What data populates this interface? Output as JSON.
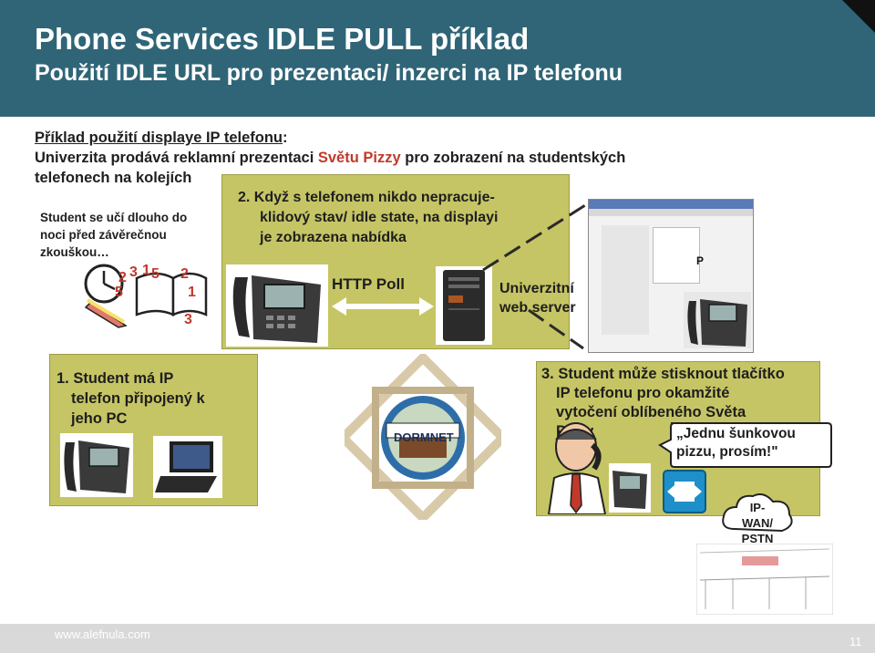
{
  "header": {
    "title": "Phone Services IDLE PULL příklad",
    "subtitle": "Použití IDLE URL pro prezentaci/ inzerci na IP telefonu"
  },
  "intro": {
    "label": "Příklad použití displaye IP telefonu",
    "colon": ":",
    "line2_prefix": "Univerzita prodává reklamní prezentaci ",
    "line2_highlight": "Světu Pizzy",
    "line2_suffix": " pro zobrazení na studentských",
    "line3": "telefonech na kolejích"
  },
  "student_note": {
    "line1": "Student se učí dlouho do",
    "line2": "noci před závěrečnou",
    "line3": "zkouškou…"
  },
  "step2": {
    "line1": "2. Když s telefonem nikdo nepracuje-",
    "line2": "klidový stav/ idle state, na displayi",
    "line3": "je zobrazena nabídka"
  },
  "http_poll": "HTTP Poll",
  "univ_server": {
    "line1": "Univerzitní",
    "line2": "web server"
  },
  "step1": {
    "line1": "1. Student má IP",
    "line2": "telefon připojený k",
    "line3": "jeho PC"
  },
  "dormnet_label": "DORMNET",
  "step3": {
    "line1": "3. Student může stisknout tlačítko",
    "line2": "IP telefonu pro okamžité",
    "line3": "vytočení oblíbeného Světa",
    "line4": "Pizzy"
  },
  "callout": {
    "line1": "„Jednu šunkovou",
    "line2": "pizzu, prosím!\""
  },
  "cloud": {
    "line1": "IP-WAN/",
    "line2": "PSTN"
  },
  "footer": {
    "url": "www.alefnula.com",
    "page_number": "11"
  },
  "colors": {
    "header": "#2f6577",
    "olive_panel": "#c6c565",
    "highlight_red": "#c0392b"
  }
}
